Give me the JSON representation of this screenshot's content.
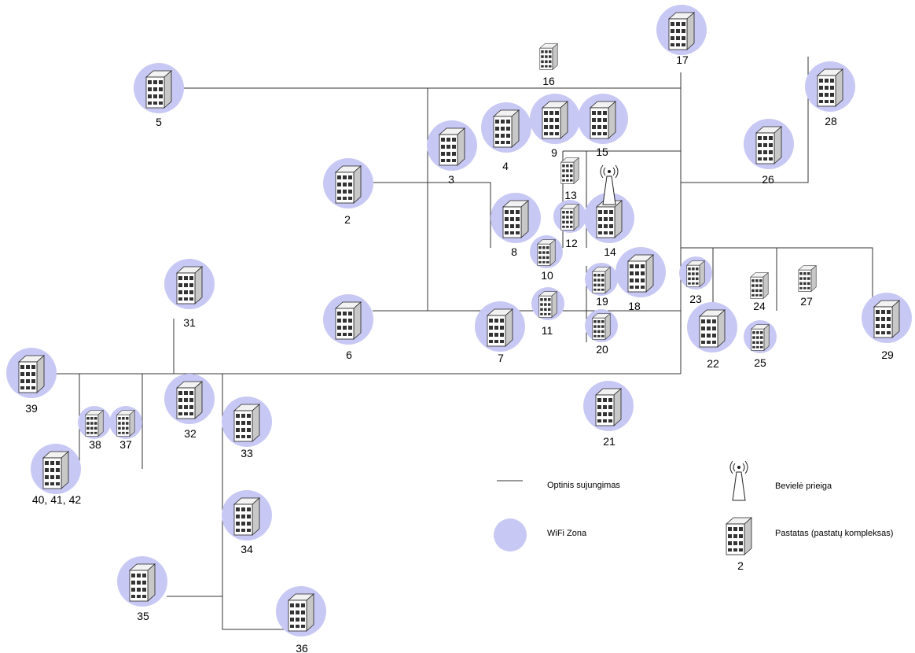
{
  "diagram": {
    "buildings": [
      {
        "id": "n2",
        "label": "2"
      },
      {
        "id": "n3",
        "label": "3"
      },
      {
        "id": "n4",
        "label": "4"
      },
      {
        "id": "n5",
        "label": "5"
      },
      {
        "id": "n6",
        "label": "6"
      },
      {
        "id": "n7",
        "label": "7"
      },
      {
        "id": "n8",
        "label": "8"
      },
      {
        "id": "n9",
        "label": "9"
      },
      {
        "id": "n10",
        "label": "10"
      },
      {
        "id": "n11",
        "label": "11"
      },
      {
        "id": "n12",
        "label": "12"
      },
      {
        "id": "n13",
        "label": "13"
      },
      {
        "id": "n14",
        "label": "14"
      },
      {
        "id": "n15",
        "label": "15"
      },
      {
        "id": "n16",
        "label": "16"
      },
      {
        "id": "n17",
        "label": "17"
      },
      {
        "id": "n18",
        "label": "18"
      },
      {
        "id": "n19",
        "label": "19"
      },
      {
        "id": "n20",
        "label": "20"
      },
      {
        "id": "n21",
        "label": "21"
      },
      {
        "id": "n22",
        "label": "22"
      },
      {
        "id": "n23",
        "label": "23"
      },
      {
        "id": "n24",
        "label": "24"
      },
      {
        "id": "n25",
        "label": "25"
      },
      {
        "id": "n26",
        "label": "26"
      },
      {
        "id": "n27",
        "label": "27"
      },
      {
        "id": "n28",
        "label": "28"
      },
      {
        "id": "n29",
        "label": "29"
      },
      {
        "id": "n31",
        "label": "31"
      },
      {
        "id": "n32",
        "label": "32"
      },
      {
        "id": "n33",
        "label": "33"
      },
      {
        "id": "n34",
        "label": "34"
      },
      {
        "id": "n35",
        "label": "35"
      },
      {
        "id": "n36",
        "label": "36"
      },
      {
        "id": "n37",
        "label": "37"
      },
      {
        "id": "n38",
        "label": "38"
      },
      {
        "id": "n39",
        "label": "39"
      },
      {
        "id": "n40",
        "label": "40, 41, 42"
      }
    ],
    "wireless_access_point_at": "14",
    "legend": {
      "optical_link": "Optinis sujungimas",
      "wifi_zone": "WiFi Zona",
      "wireless_access": "Bevielė prieiga",
      "building": "Pastatas (pastatų kompleksas)",
      "building_example_label": "2"
    },
    "colors": {
      "wifi_zone": "#c8c8f5",
      "line": "#333333",
      "building_front": "#ffffff",
      "building_side": "#d9d9d9",
      "building_window": "#3a3a3a"
    }
  }
}
